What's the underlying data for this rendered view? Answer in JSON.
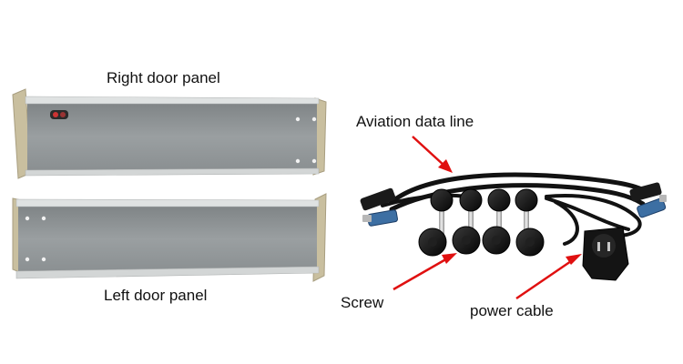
{
  "labels": {
    "right_door_panel": "Right door panel",
    "left_door_panel": "Left door panel",
    "aviation_data_line": "Aviation data line",
    "screw": "Screw",
    "power_cable": "power cable"
  },
  "colors": {
    "panel_face": "#8f9496",
    "panel_edge": "#d9dcdc",
    "bracket": "#c9bf9f",
    "cable": "#121212",
    "connector_blue": "#3d6fa3",
    "arrow": "#e01010"
  }
}
